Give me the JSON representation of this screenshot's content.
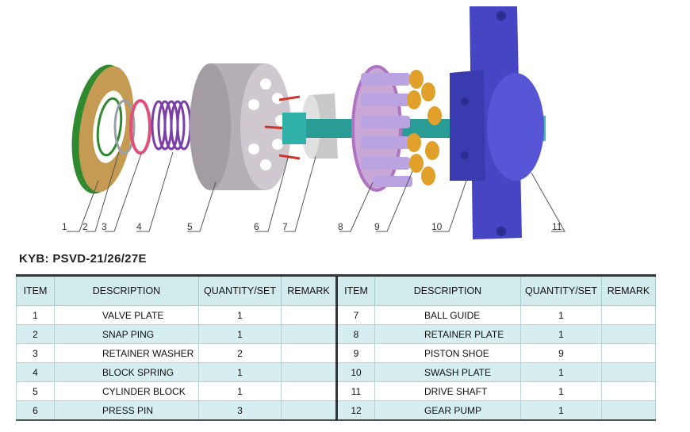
{
  "diagram": {
    "callouts": [
      "1",
      "2",
      "3",
      "4",
      "5",
      "6",
      "7",
      "8",
      "9",
      "10",
      "11"
    ]
  },
  "model_title": "KYB: PSVD-21/26/27E",
  "table": {
    "headers": [
      "ITEM",
      "DESCRIPTION",
      "QUANTITY/SET",
      "REMARK",
      "ITEM",
      "DESCRIPTION",
      "QUANTITY/SET",
      "REMARK"
    ],
    "rows": [
      {
        "l_item": "1",
        "l_desc": "VALVE PLATE",
        "l_qty": "1",
        "l_remark": "",
        "r_item": "7",
        "r_desc": "BALL GUIDE",
        "r_qty": "1",
        "r_remark": ""
      },
      {
        "l_item": "2",
        "l_desc": "SNAP PING",
        "l_qty": "1",
        "l_remark": "",
        "r_item": "8",
        "r_desc": "RETAINER PLATE",
        "r_qty": "1",
        "r_remark": ""
      },
      {
        "l_item": "3",
        "l_desc": "RETAINER WASHER",
        "l_qty": "2",
        "l_remark": "",
        "r_item": "9",
        "r_desc": "PISTON SHOE",
        "r_qty": "9",
        "r_remark": ""
      },
      {
        "l_item": "4",
        "l_desc": "BLOCK SPRING",
        "l_qty": "1",
        "l_remark": "",
        "r_item": "10",
        "r_desc": "SWASH PLATE",
        "r_qty": "1",
        "r_remark": ""
      },
      {
        "l_item": "5",
        "l_desc": "CYLINDER BLOCK",
        "l_qty": "1",
        "l_remark": "",
        "r_item": "11",
        "r_desc": "DRIVE SHAFT",
        "r_qty": "1",
        "r_remark": ""
      },
      {
        "l_item": "6",
        "l_desc": "PRESS PIN",
        "l_qty": "3",
        "l_remark": "",
        "r_item": "12",
        "r_desc": "GEAR PUMP",
        "r_qty": "1",
        "r_remark": ""
      }
    ]
  }
}
